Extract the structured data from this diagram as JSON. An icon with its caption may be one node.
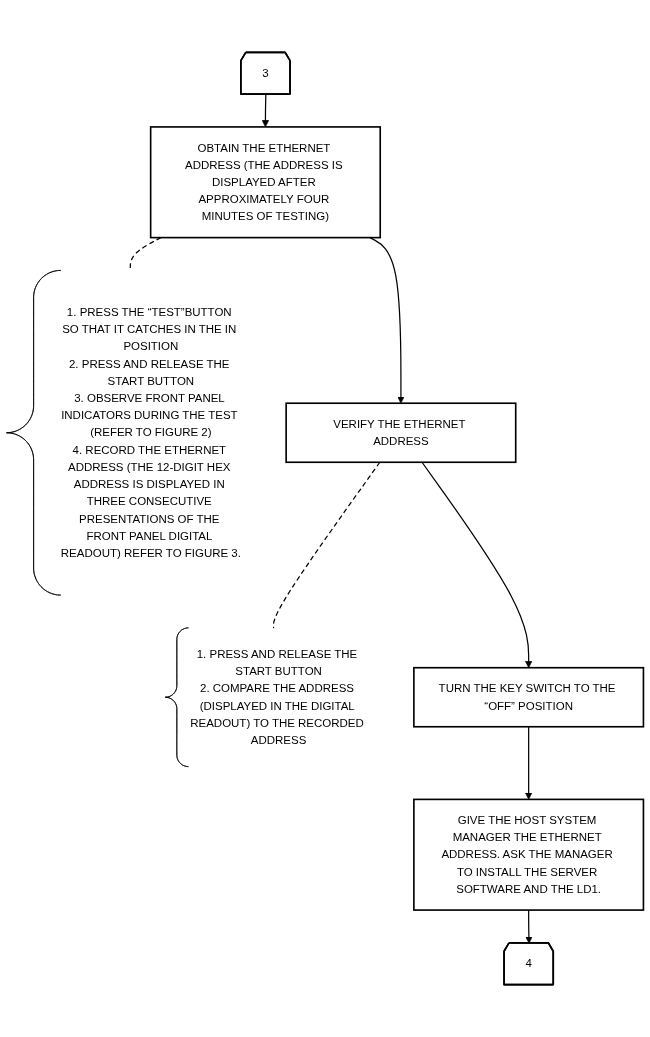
{
  "diagram": {
    "nodes": [
      {
        "text": [
          "3"
        ]
      },
      {
        "text": [
          "OBTAIN THE ETHERNET ADDRESS (THE ADDRESS IS DISPLAYED AFTER APPROXIMATELY FOUR MINUTES OF TESTING)"
        ]
      },
      {
        "text": [
          "1. PRESS THE “TEST”BUTTON SO THAT IT CATCHES IN THE IN POSITION",
          "2. PRESS AND RELEASE THE START BUTTON",
          "3. OBSERVE FRONT PANEL INDICATORS DURING THE TEST (REFER TO FIGURE 2)",
          "4. RECORD THE ETHERNET ADDRESS (THE 12-DIGIT HEX ADDRESS IS DISPLAYED IN THREE CONSECUTIVE PRESENTATIONS OF THE FRONT PANEL DIGITAL READOUT) REFER TO FIGURE 3."
        ]
      },
      {
        "text": [
          "VERIFY THE ETHERNET ADDRESS"
        ]
      },
      {
        "text": [
          "1. PRESS AND RELEASE THE START BUTTON",
          "2. COMPARE THE ADDRESS (DISPLAYED IN THE DIGITAL READOUT) TO THE RECORDED ADDRESS"
        ]
      },
      {
        "text": [
          "TURN THE KEY SWITCH TO THE “OFF” POSITION"
        ]
      },
      {
        "text": [
          "GIVE THE HOST SYSTEM MANAGER THE ETHERNET ADDRESS. ASK THE MANAGER TO INSTALL THE SERVER SOFTWARE AND THE LD1."
        ]
      },
      {
        "text": [
          "4"
        ]
      }
    ],
    "edges": [
      {
        "from": 0,
        "to": 1,
        "arrow": "to"
      },
      {
        "from": 1,
        "to": 2,
        "arrow": "none",
        "style": "dashed"
      },
      {
        "from": 1,
        "to": 3,
        "arrow": "to"
      },
      {
        "from": 3,
        "to": 4,
        "arrow": "none",
        "style": "dashed"
      },
      {
        "from": 3,
        "to": 5,
        "arrow": "to"
      },
      {
        "from": 5,
        "to": 6,
        "arrow": "to"
      },
      {
        "from": 6,
        "to": 7,
        "arrow": "to"
      }
    ]
  }
}
